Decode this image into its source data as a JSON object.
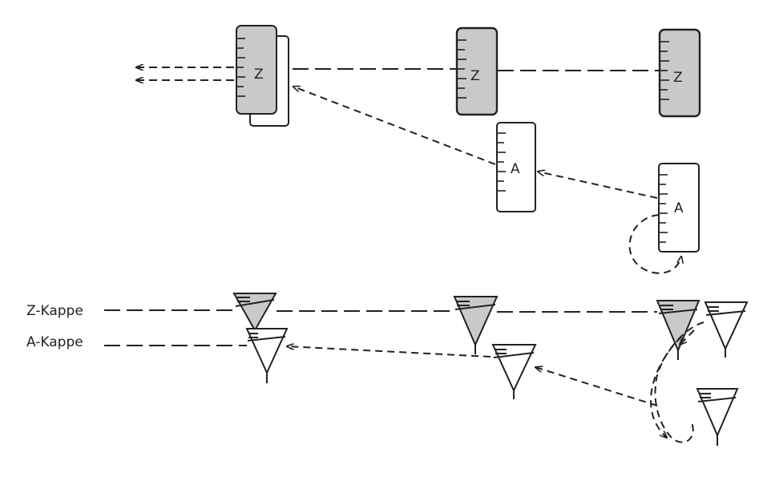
{
  "labels": {
    "z_box": "Z",
    "a_box": "A",
    "z_kappe": "Z-Kappe",
    "a_kappe": "A-Kappe"
  },
  "colors": {
    "ink": "#222222",
    "fill_gray": "#c9c9c9",
    "background": "#ffffff"
  }
}
